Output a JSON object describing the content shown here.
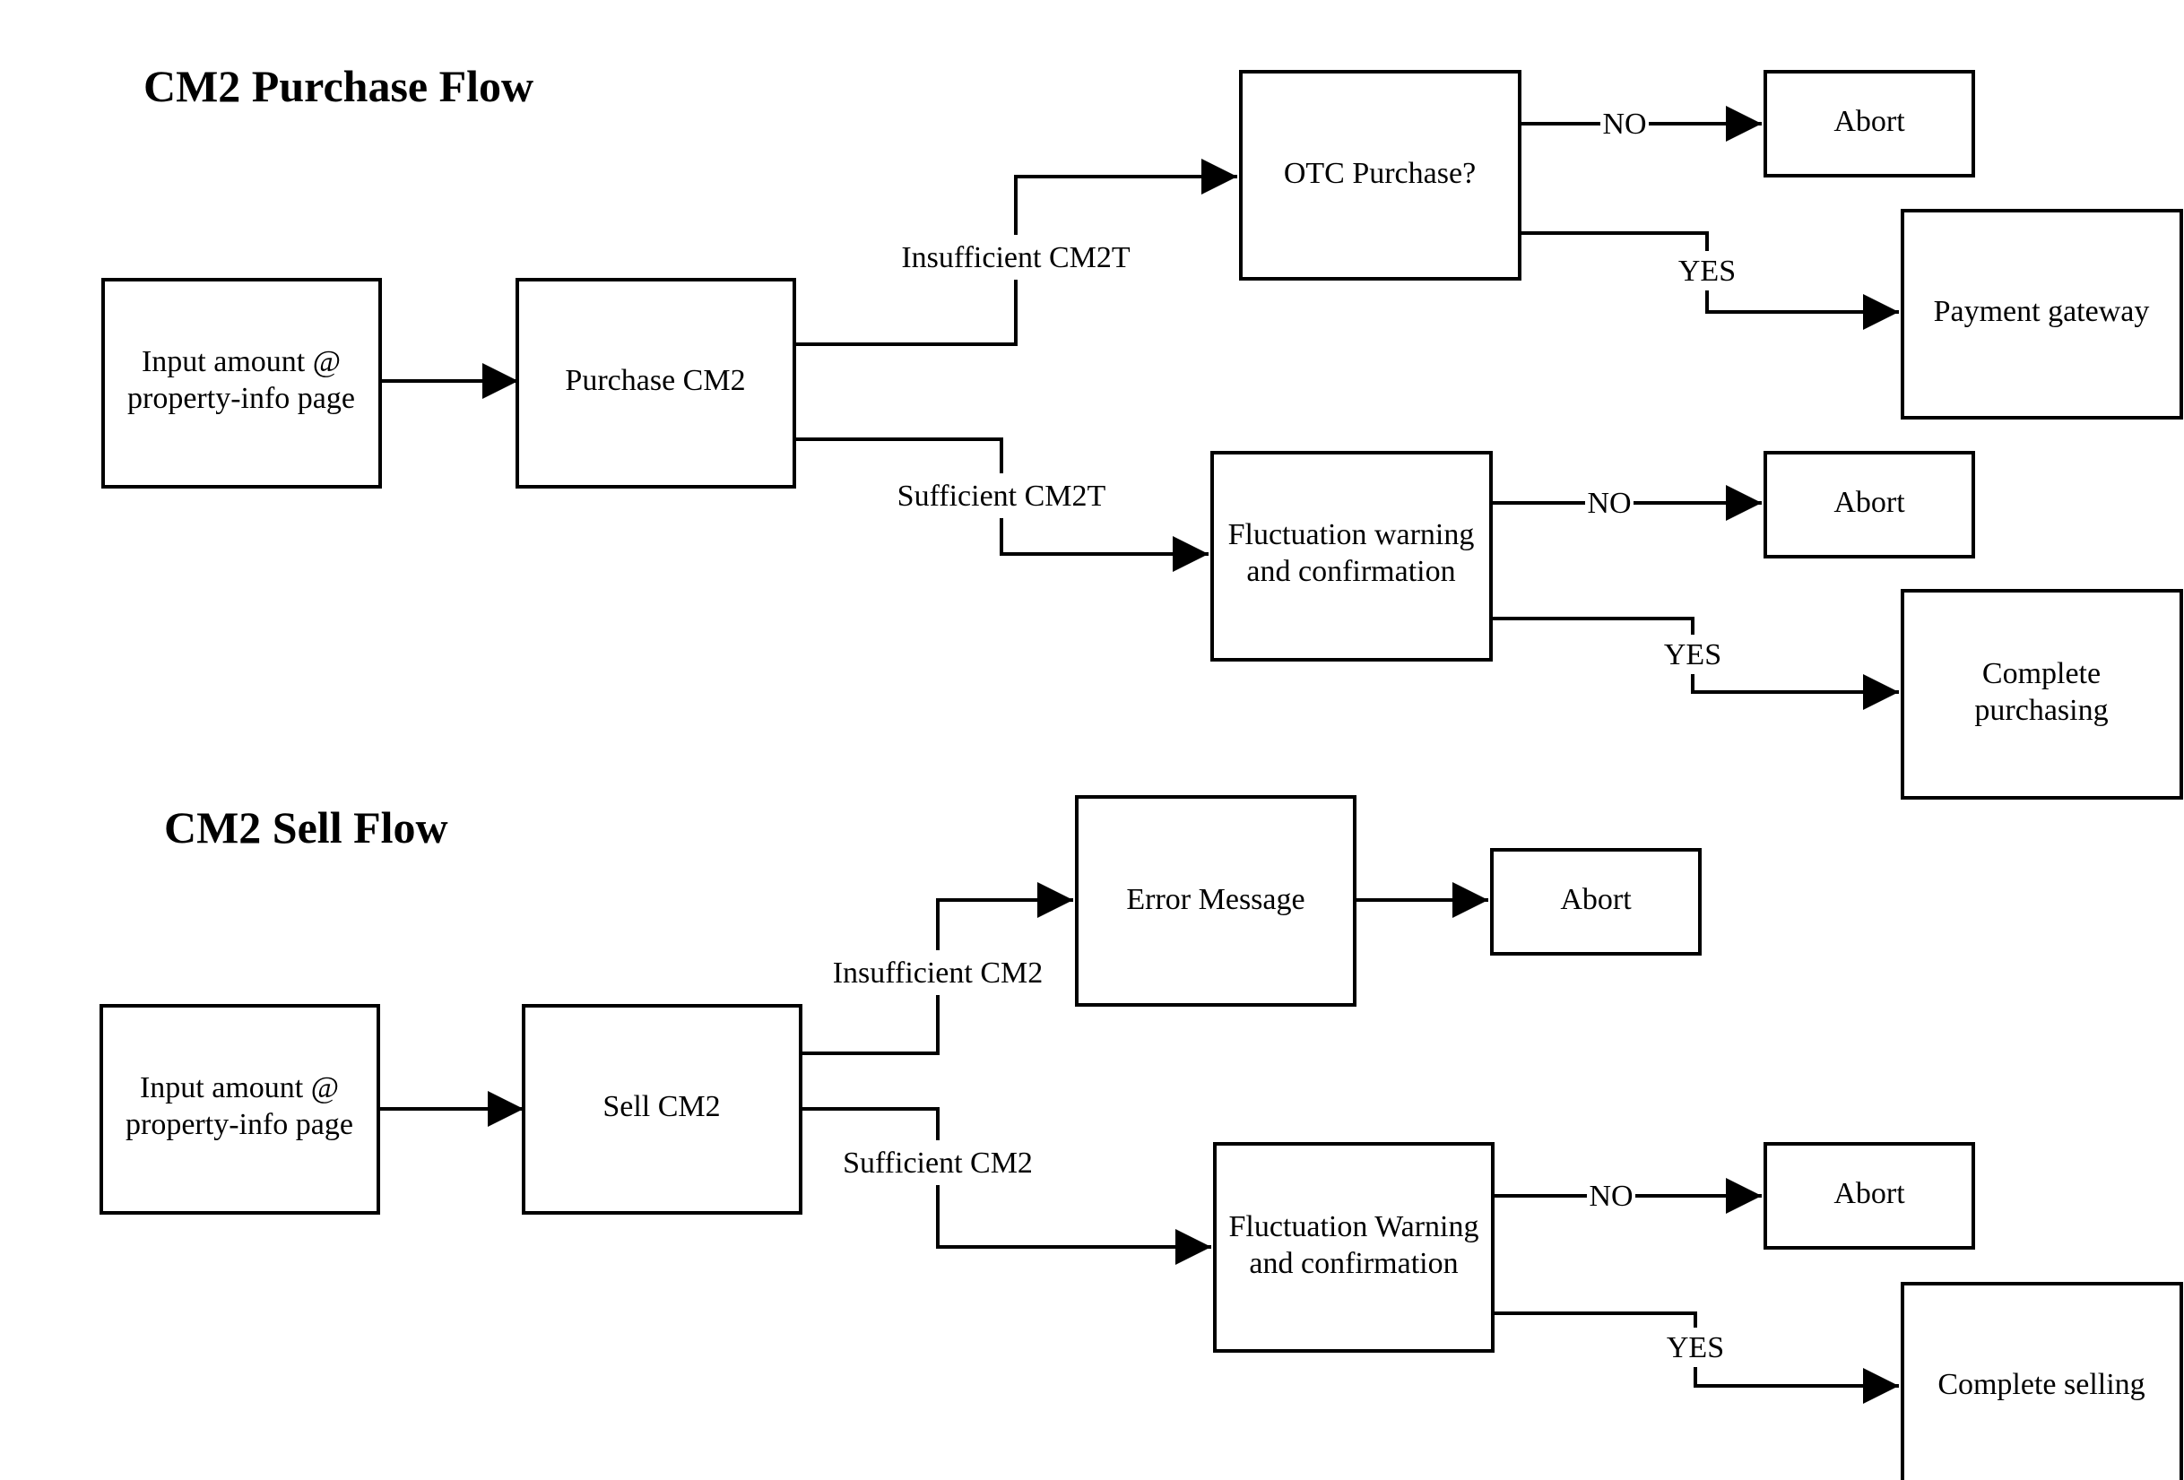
{
  "purchase_flow": {
    "title": "CM2 Purchase Flow",
    "nodes": {
      "input": [
        "Input amount @",
        "property-info page"
      ],
      "purchase": [
        "Purchase CM2"
      ],
      "otc": [
        "OTC Purchase?"
      ],
      "abort_otc": [
        "Abort"
      ],
      "payment": [
        "Payment gateway"
      ],
      "fluctuation": [
        "Fluctuation warning",
        "and confirmation"
      ],
      "abort_fluct": [
        "Abort"
      ],
      "complete": [
        "Complete",
        "purchasing"
      ]
    },
    "edges": {
      "insufficient": "Insufficient CM2T",
      "sufficient": "Sufficient CM2T",
      "otc_no": "NO",
      "otc_yes": "YES",
      "fluct_no": "NO",
      "fluct_yes": "YES"
    }
  },
  "sell_flow": {
    "title": "CM2 Sell Flow",
    "nodes": {
      "input": [
        "Input amount @",
        "property-info page"
      ],
      "sell": [
        "Sell CM2"
      ],
      "error": [
        "Error Message"
      ],
      "abort_error": [
        "Abort"
      ],
      "fluctuation": [
        "Fluctuation Warning",
        "and confirmation"
      ],
      "abort_fluct": [
        "Abort"
      ],
      "complete": [
        "Complete selling"
      ]
    },
    "edges": {
      "insufficient": "Insufficient CM2",
      "sufficient": "Sufficient CM2",
      "fluct_no": "NO",
      "fluct_yes": "YES"
    }
  }
}
